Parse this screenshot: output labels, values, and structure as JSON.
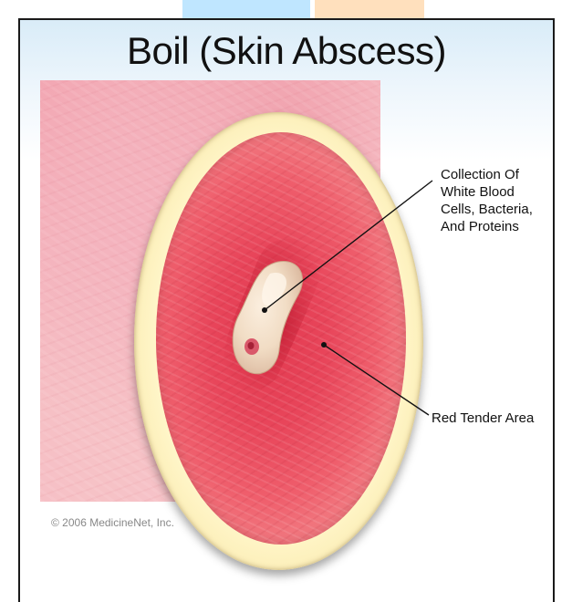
{
  "diagram": {
    "title": "Boil (Skin Abscess)",
    "labels": {
      "collection": [
        "Collection Of",
        "White Blood",
        "Cells, Bacteria,",
        "And Proteins"
      ],
      "red_area": "Red Tender Area"
    },
    "copyright": "© 2006 MedicineNet, Inc."
  },
  "colors": {
    "title_text": "#111111",
    "skin": "#f2a5b1",
    "lens_rim": "#fff6c9",
    "inflamed_area": "#e8455a",
    "pus_core": "#f1dcc4",
    "tab_blue": "#bfe6ff",
    "tab_orange": "#ffe0bd"
  }
}
